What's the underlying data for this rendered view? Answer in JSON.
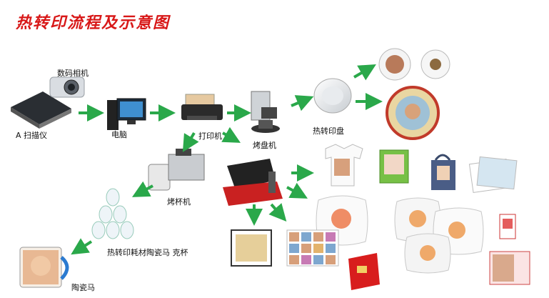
{
  "title": "热转印流程及示意图",
  "labels": {
    "camera": "数码相机",
    "scanner": "A 扫描仪",
    "computer": "电脑",
    "printer": "打印机",
    "plate_press": "烤盘机",
    "plate": "热转印盘",
    "mug_press": "烤杯机",
    "consumables": "热转印耗材陶瓷马 克杯",
    "mug": "陶瓷马"
  },
  "colors": {
    "title": "#d81818",
    "arrow": "#2aa84a"
  }
}
